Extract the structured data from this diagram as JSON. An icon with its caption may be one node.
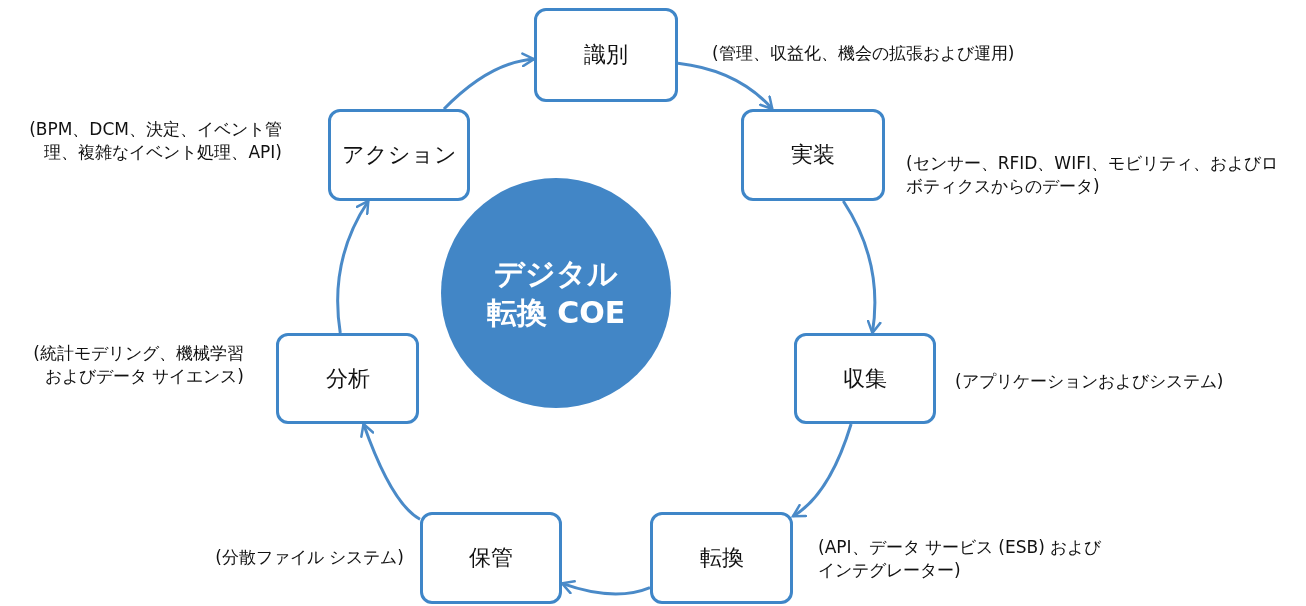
{
  "diagram": {
    "nodes": [
      {
        "text": [
          "デジタル転換 COE"
        ]
      },
      {
        "text": [
          "識別"
        ],
        "beside": [
          "(管理、収益化、機会の拡張および運用)"
        ]
      },
      {
        "text": [
          "実装"
        ],
        "beside": [
          "(センサー、RFID、WIFI、モビリティ、およびロボティクスからのデータ)"
        ]
      },
      {
        "text": [
          "収集"
        ],
        "beside": [
          "(アプリケーションおよびシステム)"
        ]
      },
      {
        "text": [
          "転換"
        ],
        "beside": [
          "(API、データ サービス (ESB) およびインテグレーター)"
        ]
      },
      {
        "text": [
          "保管"
        ],
        "beside": [
          "(分散ファイル システム)"
        ]
      },
      {
        "text": [
          "分析"
        ],
        "beside": [
          "(統計モデリング、機械学習およびデータ サイエンス)"
        ]
      },
      {
        "text": [
          "アクション"
        ],
        "beside": [
          "(BPM、DCM、決定、イベント管理、複雑なイベント処理、API)"
        ]
      }
    ],
    "edges": [
      {
        "from": 1,
        "to": 2,
        "arrow": "to"
      },
      {
        "from": 2,
        "to": 3,
        "arrow": "to"
      },
      {
        "from": 3,
        "to": 4,
        "arrow": "to"
      },
      {
        "from": 4,
        "to": 5,
        "arrow": "to"
      },
      {
        "from": 5,
        "to": 6,
        "arrow": "to"
      },
      {
        "from": 6,
        "to": 7,
        "arrow": "to"
      },
      {
        "from": 7,
        "to": 1,
        "arrow": "to"
      }
    ]
  }
}
